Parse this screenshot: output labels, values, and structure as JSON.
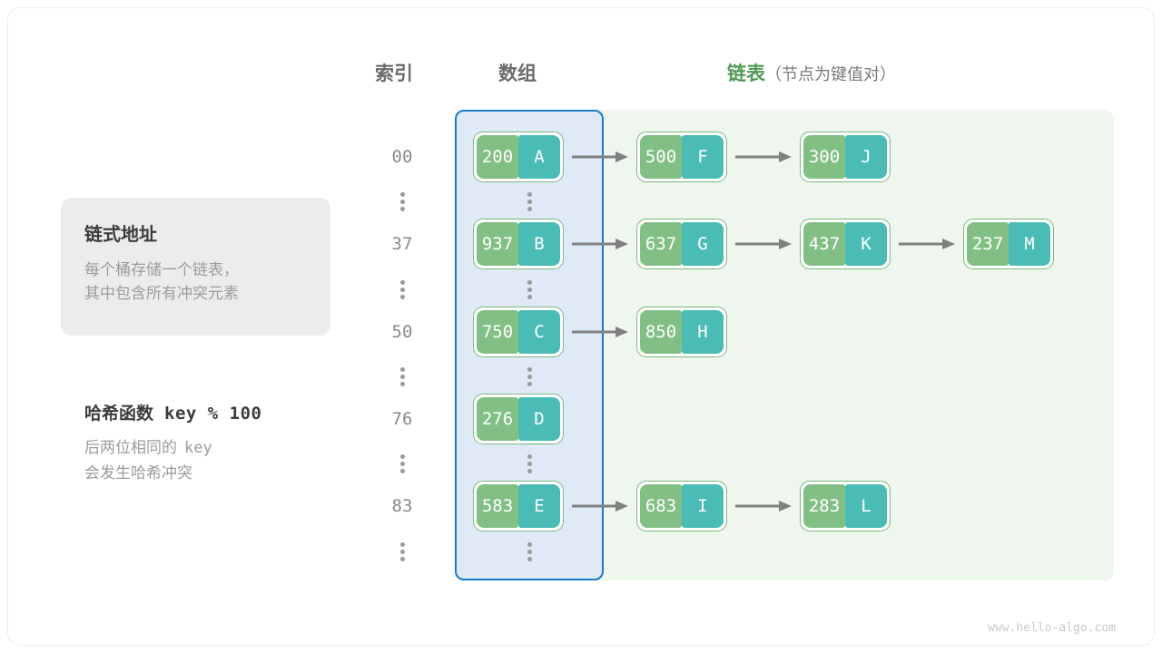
{
  "headers": {
    "index": "索引",
    "array": "数组",
    "list": "链表",
    "list_sub": "（节点为键值对）"
  },
  "info_card": {
    "title": "链式地址",
    "line1": "每个桶存储一个链表，",
    "line2": "其中包含所有冲突元素"
  },
  "note": {
    "title_label": "哈希函数",
    "title_formula": "key % 100",
    "line1_pre": "后两位相同的",
    "line1_mono": "key",
    "line2": "会发生哈希冲突"
  },
  "colors": {
    "key_cell": "#82bf85",
    "value_cell": "#4bbcb5",
    "node_border": "#7aba7d",
    "array_region_bg": "#dfeaf6",
    "array_region_border": "#1b7ac7",
    "list_region_bg": "#eef6ee",
    "list_header": "#4f9a56",
    "arrow": "#808080",
    "index_text": "#8a8a8a"
  },
  "buckets": [
    {
      "index": "00",
      "nodes": [
        {
          "key": "200",
          "value": "A"
        },
        {
          "key": "500",
          "value": "F"
        },
        {
          "key": "300",
          "value": "J"
        }
      ]
    },
    {
      "index": "37",
      "nodes": [
        {
          "key": "937",
          "value": "B"
        },
        {
          "key": "637",
          "value": "G"
        },
        {
          "key": "437",
          "value": "K"
        },
        {
          "key": "237",
          "value": "M"
        }
      ]
    },
    {
      "index": "50",
      "nodes": [
        {
          "key": "750",
          "value": "C"
        },
        {
          "key": "850",
          "value": "H"
        }
      ]
    },
    {
      "index": "76",
      "nodes": [
        {
          "key": "276",
          "value": "D"
        }
      ]
    },
    {
      "index": "83",
      "nodes": [
        {
          "key": "583",
          "value": "E"
        },
        {
          "key": "683",
          "value": "I"
        },
        {
          "key": "283",
          "value": "L"
        }
      ]
    }
  ],
  "ellipsis_glyph": "⋮",
  "watermark": "www.hello-algo.com"
}
